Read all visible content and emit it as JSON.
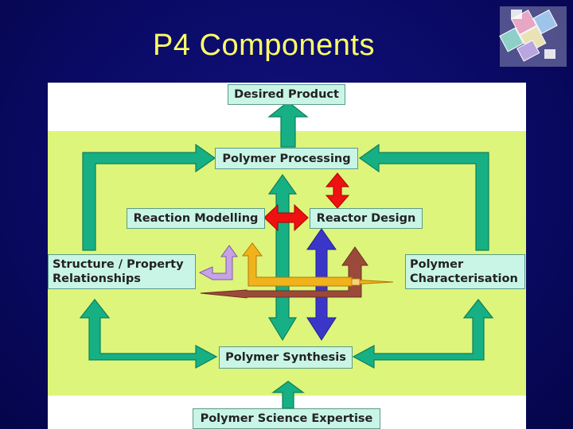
{
  "slide": {
    "title": "P4 Components"
  },
  "diagram": {
    "desired_product": "Desired Product",
    "polymer_processing": "Polymer Processing",
    "reaction_modelling": "Reaction Modelling",
    "reactor_design": "Reactor Design",
    "structure_property_line1": "Structure / Property",
    "structure_property_line2": "Relationships",
    "characterisation_line1": "Polymer",
    "characterisation_line2": "Characterisation",
    "polymer_synthesis": "Polymer Synthesis",
    "science_expertise": "Polymer Science Expertise"
  },
  "colors": {
    "arrow_green": "#16b084",
    "band": "#ddf57a",
    "box_fill": "#c9f5e6",
    "title": "#ffff66",
    "red": "#ee1111",
    "blue": "#3a37c8",
    "orange": "#f2b21c",
    "purple": "#c8a2e6",
    "brown": "#9b4a3a"
  }
}
